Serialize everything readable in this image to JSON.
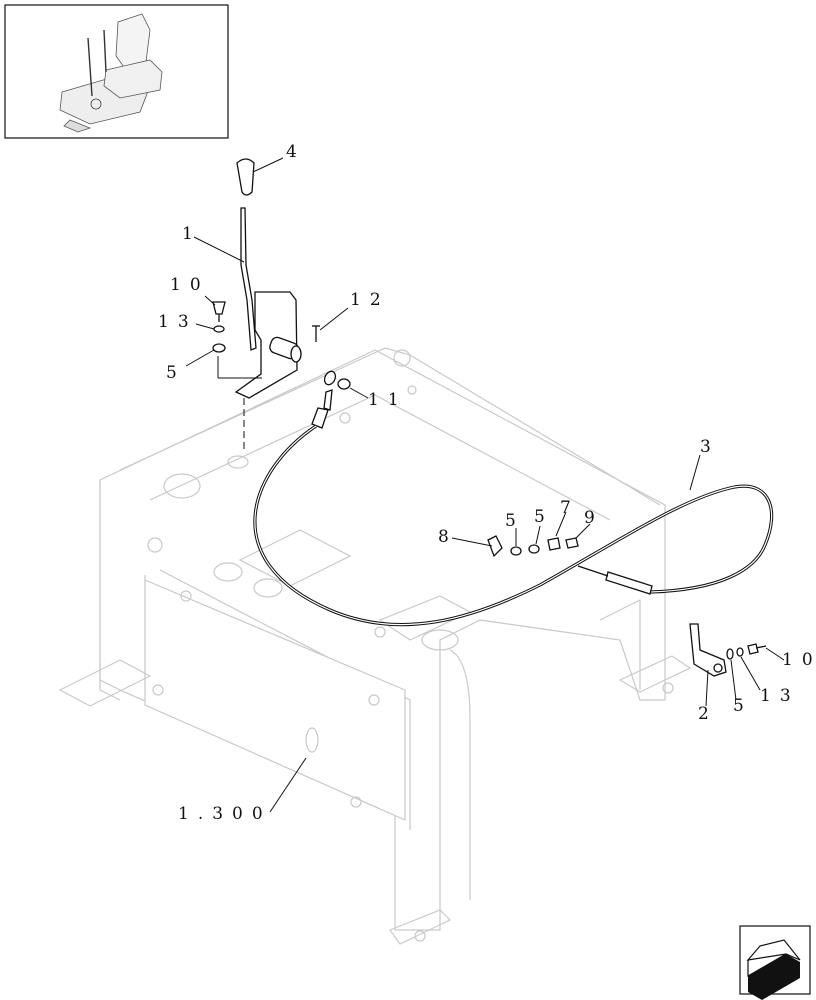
{
  "callouts": {
    "c1": "1",
    "c2": "2",
    "c3": "3",
    "c4": "4",
    "c5a": "5",
    "c5b": "5",
    "c5c": "5",
    "c5d": "5",
    "c7": "7",
    "c8": "8",
    "c9": "9",
    "c10a": "10",
    "c10b": "10",
    "c11": "11",
    "c12": "12",
    "c13a": "13",
    "c13b": "13",
    "c1300": "1.300"
  },
  "icons": {
    "thumbnail": "machine-seat-thumbnail",
    "nav": "page-navigation-arrow-icon"
  },
  "colors": {
    "line": "#111111",
    "frame": "#c9c9c9",
    "nav_arrow": "#111111"
  }
}
